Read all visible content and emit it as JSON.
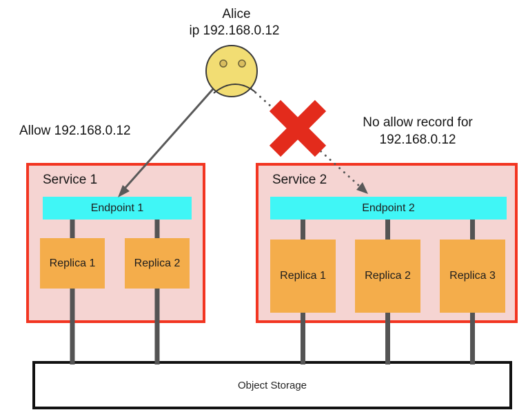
{
  "actor": {
    "name": "Alice",
    "ip": "ip 192.168.0.12"
  },
  "labels": {
    "allow": "Allow 192.168.0.12",
    "no_allow_line1": "No allow record for",
    "no_allow_line2": "192.168.0.12"
  },
  "services": [
    {
      "name": "Service 1",
      "endpoint": "Endpoint 1",
      "replicas": [
        "Replica 1",
        "Replica 2"
      ]
    },
    {
      "name": "Service 2",
      "endpoint": "Endpoint 2",
      "replicas": [
        "Replica 1",
        "Replica 2",
        "Replica 3"
      ]
    }
  ],
  "storage": {
    "label": "Object Storage"
  },
  "icons": {
    "user": "sad-face-icon",
    "blocked": "red-x-icon",
    "allowed_path": "solid-arrow",
    "blocked_path": "dotted-arrow"
  },
  "colors": {
    "service_fill": "#f5d4d2",
    "service_border": "#f23521",
    "endpoint_fill": "#40f6f6",
    "replica_fill": "#f4ad4b",
    "connector_gray": "#545454",
    "arrow_gray": "#595959",
    "blocked_x_red": "#e32b1c",
    "face_yellow": "#f2dd73",
    "storage_border": "#111111"
  }
}
